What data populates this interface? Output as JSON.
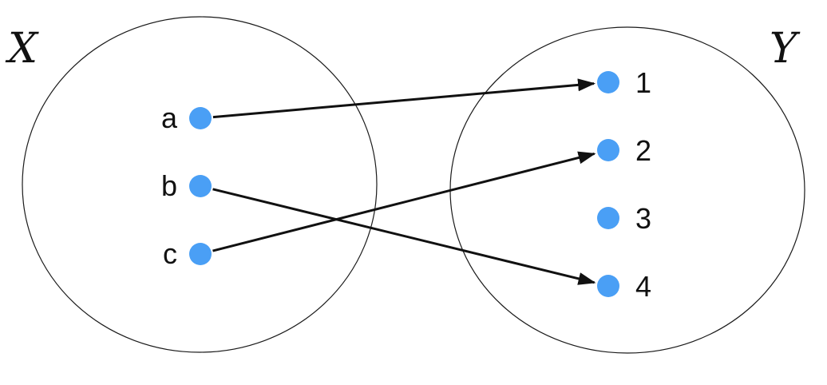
{
  "colors": {
    "dot": "#4a9ff5",
    "line": "#111111",
    "circle": "#1a1a1a"
  },
  "domain_set": {
    "name": "X",
    "elements": [
      "a",
      "b",
      "c"
    ]
  },
  "codomain_set": {
    "name": "Y",
    "elements": [
      "1",
      "2",
      "3",
      "4"
    ]
  },
  "mappings": [
    {
      "from": "a",
      "to": "1"
    },
    {
      "from": "b",
      "to": "4"
    },
    {
      "from": "c",
      "to": "2"
    }
  ]
}
